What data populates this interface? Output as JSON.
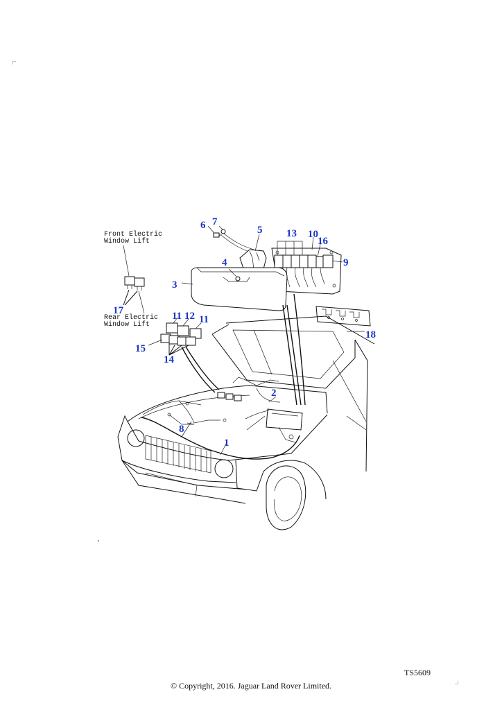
{
  "annotations": {
    "front": [
      "Front Electric",
      "Window Lift"
    ],
    "rear": [
      "Rear Electric",
      "Window Lift"
    ]
  },
  "callouts": [
    "1",
    "2",
    "3",
    "4",
    "5",
    "6",
    "7",
    "8",
    "9",
    "10",
    "11",
    "11",
    "12",
    "13",
    "14",
    "15",
    "16",
    "17",
    "18"
  ],
  "footer": {
    "reference": "TS5609",
    "copyright": "© Copyright, 2016. Jaguar Land Rover Limited."
  },
  "colors": {
    "callout": "#1a35c8",
    "line": "#111111",
    "background": "#ffffff"
  }
}
